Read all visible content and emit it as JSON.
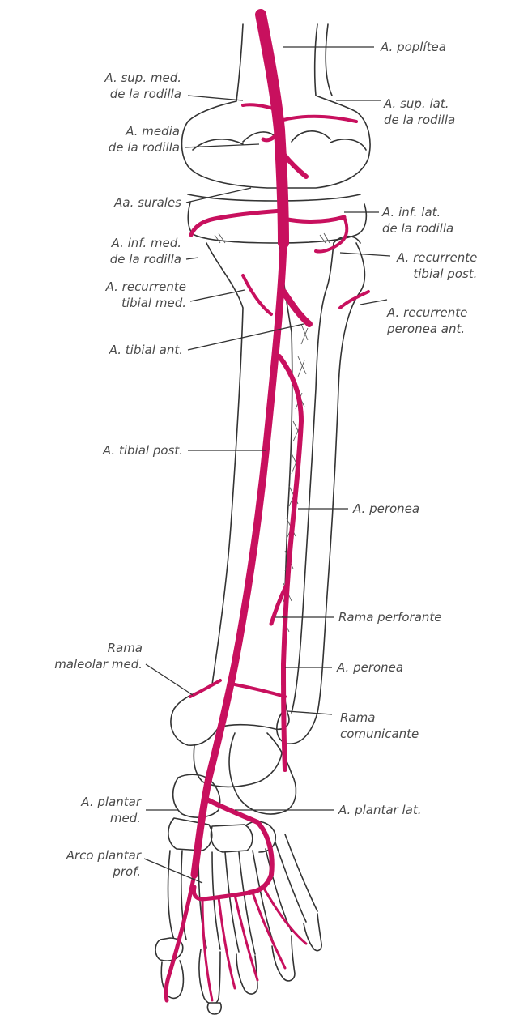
{
  "colors": {
    "artery": "#c8105e",
    "bone_line": "#333333",
    "label": "#4a4a4a",
    "background": "#ffffff"
  },
  "labels": {
    "poplitea": "A. poplítea",
    "sup_med_1": "A. sup. med.",
    "sup_med_2": "de la rodilla",
    "sup_lat_1": "A. sup. lat.",
    "sup_lat_2": "de la rodilla",
    "media_1": "A. media",
    "media_2": "de la rodilla",
    "surales": "Aa. surales",
    "inf_lat_1": "A. inf. lat.",
    "inf_lat_2": "de la rodilla",
    "inf_med_1": "A. inf. med.",
    "inf_med_2": "de la rodilla",
    "rec_tib_post_1": "A. recurrente",
    "rec_tib_post_2": "tibial post.",
    "rec_tib_med_1": "A. recurrente",
    "rec_tib_med_2": "tibial med.",
    "rec_per_ant_1": "A. recurrente",
    "rec_per_ant_2": "peronea ant.",
    "tibial_ant": "A. tibial ant.",
    "tibial_post": "A. tibial post.",
    "peronea_1": "A. peronea",
    "rama_perforante": "Rama perforante",
    "peronea_2": "A. peronea",
    "rama_maleolar_1": "Rama",
    "rama_maleolar_2": "maleolar med.",
    "rama_comunicante_1": "Rama",
    "rama_comunicante_2": "comunicante",
    "plantar_med_1": "A. plantar",
    "plantar_med_2": "med.",
    "plantar_lat": "A. plantar lat.",
    "arco_1": "Arco plantar",
    "arco_2": "prof."
  }
}
